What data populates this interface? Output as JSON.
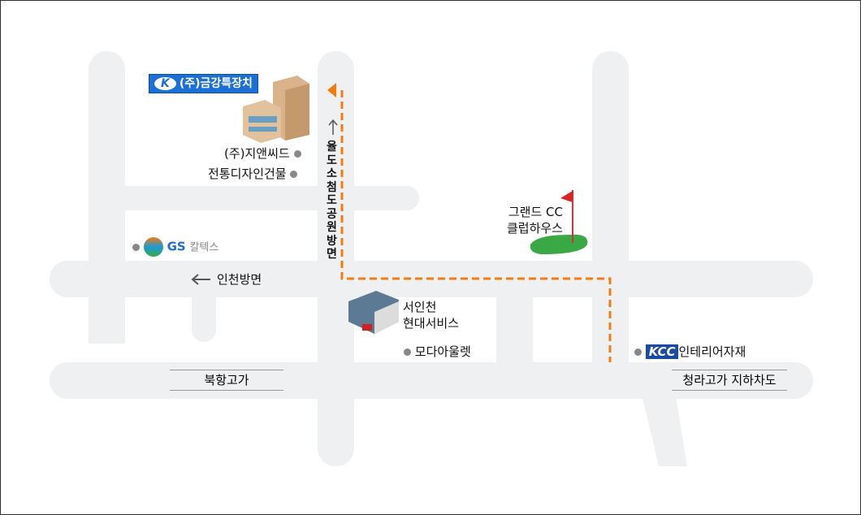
{
  "labels": {
    "company": "(주)금강특장치",
    "company_logo": "K",
    "jinsd": "(주)지앤씨드",
    "jeontong": "전통디자인건물",
    "gs": "GS",
    "gs_suffix": "칼텍스",
    "incheon": "인천방면",
    "yuldo": "율도소첨도공원방면",
    "grand1": "그랜드 CC",
    "grand2": "클럽하우스",
    "hyundai1": "서인천",
    "hyundai2": "현대서비스",
    "moda": "모다아울렛",
    "kcc_logo": "KCC",
    "kcc": "인테리어자재",
    "bukhang": "북항고가",
    "cheongna": "청라고가 지하차도"
  },
  "colors": {
    "route": "#f47b0e",
    "road": "#eff0f1",
    "brand": "#1b6fd6"
  }
}
